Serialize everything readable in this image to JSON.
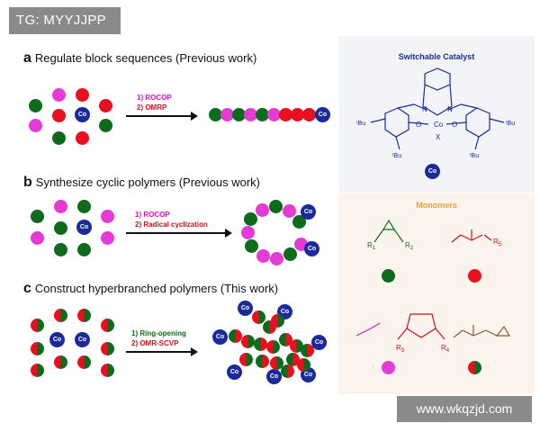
{
  "tg_label": "TG: MYYJJPP",
  "watermark": "www.wkqzjd.com",
  "panel_a": {
    "letter": "a",
    "title": "Regulate block sequences  (Previous work)",
    "step1": "1) ROCOP",
    "step2": "2) OMRP"
  },
  "panel_b": {
    "letter": "b",
    "title": "Synthesize cyclic polymers  (Previous work)",
    "step1": "1) ROCOP",
    "step2": "2) Radical cyclization"
  },
  "panel_c": {
    "letter": "c",
    "title": "Construct hyperbranched polymers (This work)",
    "step1": "1) Ring-opening",
    "step2": "2) OMR-SCVP"
  },
  "catalyst": {
    "title": "Switchable Catalyst",
    "metal": "Co",
    "ligand": "X",
    "tbu": "ᵗBu",
    "n": "N",
    "o": "O"
  },
  "monomers": {
    "title": "Monomers",
    "r1": "R",
    "r2": "R",
    "r3": "R",
    "r4": "R",
    "r5": "R",
    "sub1": "1",
    "sub2": "2",
    "sub3": "3",
    "sub4": "4",
    "sub5": "5"
  },
  "co_label": "Co",
  "colors": {
    "green": "#0e6b1c",
    "red": "#e8101e",
    "magenta": "#e43bd6",
    "blue": "#1a2a9c",
    "orange": "#f0a040"
  }
}
